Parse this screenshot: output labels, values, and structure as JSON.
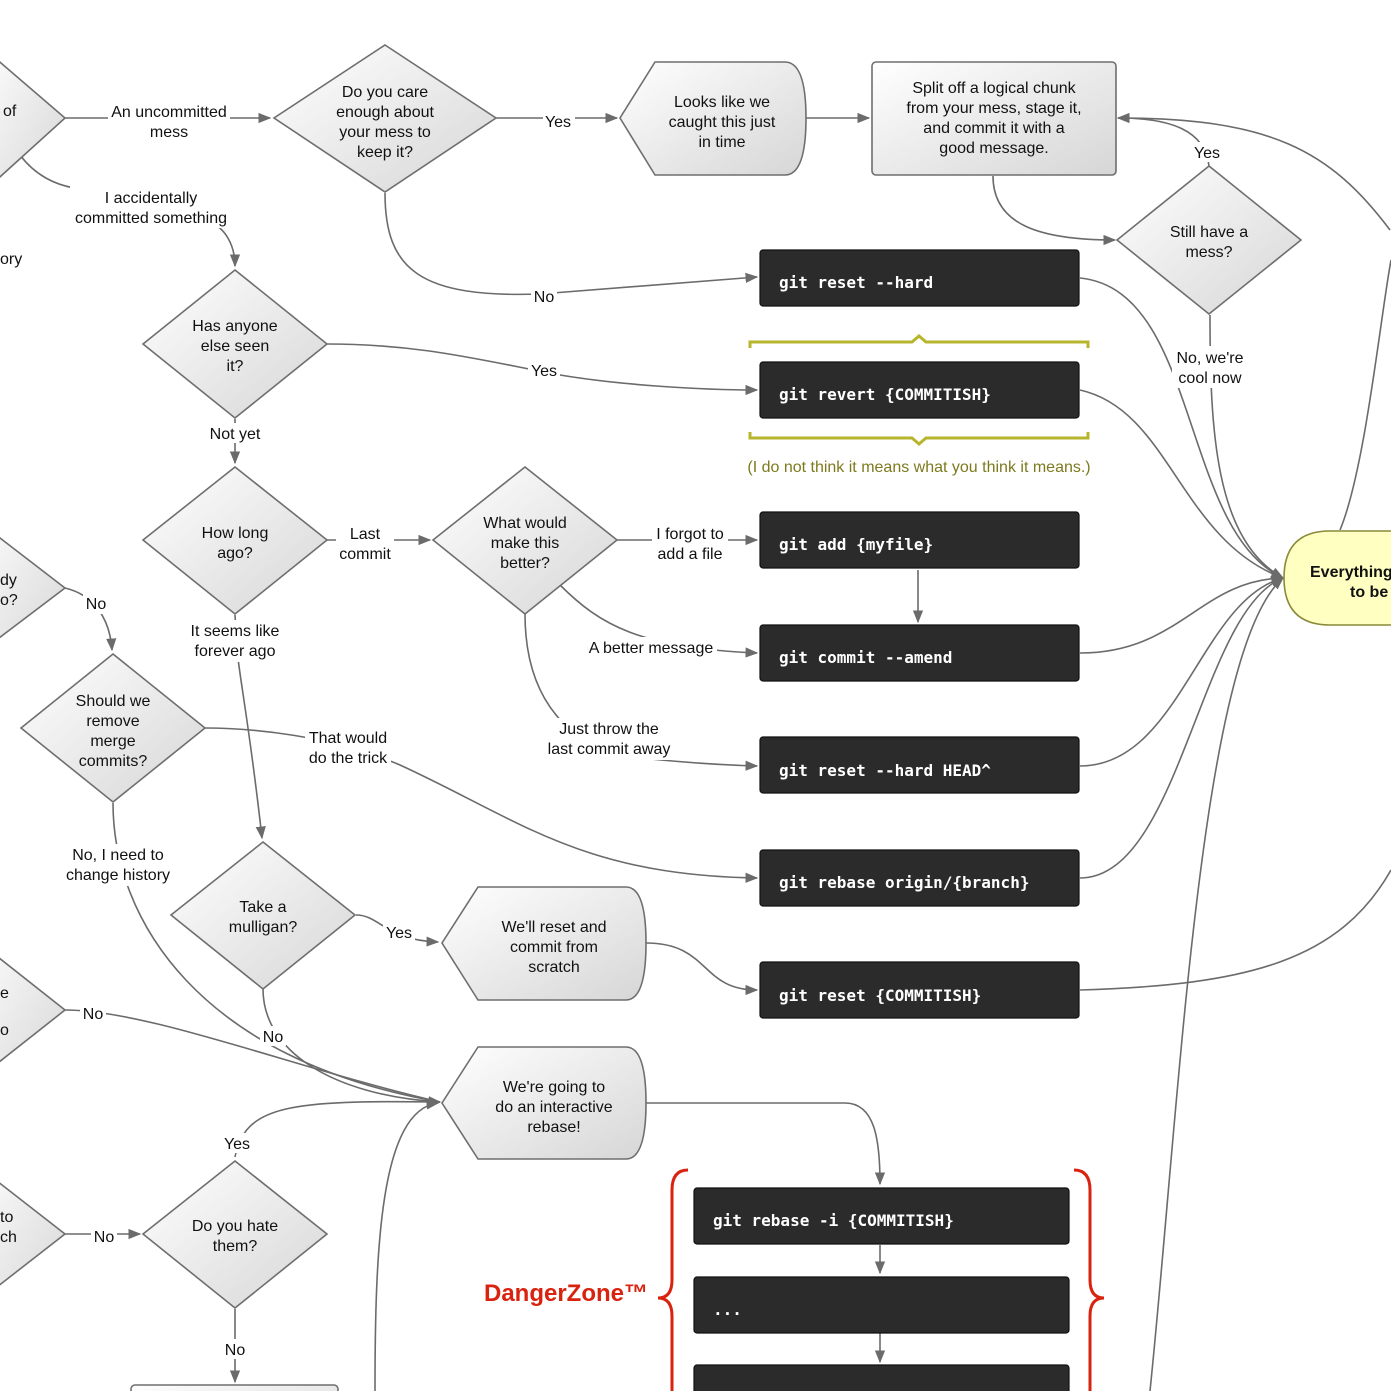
{
  "colors": {
    "node_fill_top": "#ffffff",
    "node_fill_bottom": "#dcdcdc",
    "command_fill": "#2b2b2b",
    "command_text": "#ffffff",
    "edge": "#6b6b6b",
    "olive_brace": "#b7b52c",
    "danger_red": "#d9230f",
    "terminal_fill": "#ffffc2"
  },
  "nodes": {
    "left_partial_top": "of",
    "left_partial_history": "ory",
    "left_partial_already": "dy",
    "left_partial_repo": "o?",
    "left_partial_e": "e",
    "left_partial_dot": "o",
    "left_partial_to": "to",
    "left_partial_ch": "ch",
    "care_keep": [
      "Do you care",
      "enough about",
      "your mess to",
      "keep it?"
    ],
    "caught_in_time": [
      "Looks like we",
      "caught this just",
      "in time"
    ],
    "split_chunk": [
      "Split off a logical chunk",
      "from your mess, stage it,",
      "and commit it with a",
      "good message."
    ],
    "still_mess": [
      "Still have a",
      "mess?"
    ],
    "anyone_seen": [
      "Has anyone",
      "else seen",
      "it?"
    ],
    "how_long": [
      "How long",
      "ago?"
    ],
    "what_better": [
      "What would",
      "make this",
      "better?"
    ],
    "remove_merge": [
      "Should we",
      "remove",
      "merge",
      "commits?"
    ],
    "mulligan": [
      "Take a",
      "mulligan?"
    ],
    "reset_scratch": [
      "We'll reset and",
      "commit from",
      "scratch"
    ],
    "interactive_rebase": [
      "We're going to",
      "do an interactive",
      "rebase!"
    ],
    "hate_them": [
      "Do you hate",
      "them?"
    ],
    "terminal": [
      "Everything",
      "to be"
    ]
  },
  "commands": {
    "reset_hard": "git reset --hard",
    "revert": "git revert {COMMITISH}",
    "add": "git add {myfile}",
    "amend": "git commit --amend",
    "reset_head": "git reset --hard HEAD^",
    "rebase_origin": "git rebase origin/{branch}",
    "reset_commitish": "git reset {COMMITISH}",
    "rebase_i": "git rebase -i {COMMITISH}",
    "ellipsis": "..."
  },
  "edge_labels": {
    "uncommitted": [
      "An uncommitted",
      "mess"
    ],
    "accidentally": [
      "I accidentally",
      "committed something"
    ],
    "yes_caught": "Yes",
    "yes_split": "Yes",
    "no_reset_hard": "No",
    "yes_revert": "Yes",
    "not_yet": "Not yet",
    "last_commit": [
      "Last",
      "commit"
    ],
    "forgot_file": [
      "I forgot to",
      "add a file"
    ],
    "better_message": "A better message",
    "throw_away": [
      "Just throw the",
      "last commit away"
    ],
    "forever_ago": [
      "It seems like",
      "forever ago"
    ],
    "no_left": "No",
    "trick": [
      "That would",
      "do the trick"
    ],
    "change_history": [
      "No, I need to",
      "change history"
    ],
    "yes_mulligan": "Yes",
    "no_mulligan": "No",
    "no_left_mid": "No",
    "yes_hate": "Yes",
    "no_hate_in": "No",
    "no_hate_out": "No",
    "cool_now": [
      "No, we're",
      "cool now"
    ]
  },
  "annotations": {
    "revert_note": "(I do not think it means what you think it means.)",
    "danger_zone": "DangerZone™"
  }
}
